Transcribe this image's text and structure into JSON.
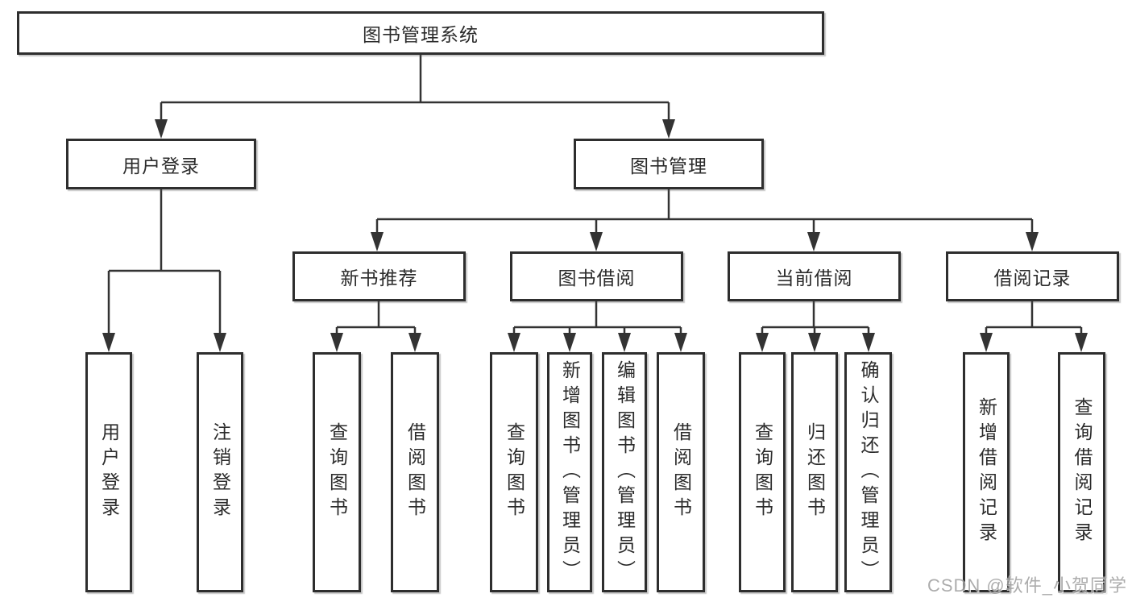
{
  "diagram": {
    "type": "tree",
    "root": {
      "label": "图书管理系统"
    },
    "level2": [
      {
        "label": "用户登录"
      },
      {
        "label": "图书管理"
      }
    ],
    "level3": [
      {
        "label": "新书推荐"
      },
      {
        "label": "图书借阅"
      },
      {
        "label": "当前借阅"
      },
      {
        "label": "借阅记录"
      }
    ],
    "leaves": {
      "user_login": [
        "用户登录",
        "注销登录"
      ],
      "new_book_rec": [
        "查询图书",
        "借阅图书"
      ],
      "book_borrow": [
        "查询图书",
        "新增图书（管理员）",
        "编辑图书（管理员）",
        "借阅图书"
      ],
      "current_borrow": [
        "查询图书",
        "归还图书",
        "确认归还（管理员）"
      ],
      "borrow_record": [
        "新增借阅记录",
        "查询借阅记录"
      ]
    },
    "watermark": "CSDN @软件_小贺同学",
    "colors": {
      "line": "#333333",
      "box_border": "#2e2e2e",
      "text": "#2b2b2b",
      "watermark": "#9e9e9e",
      "background": "#ffffff"
    }
  }
}
